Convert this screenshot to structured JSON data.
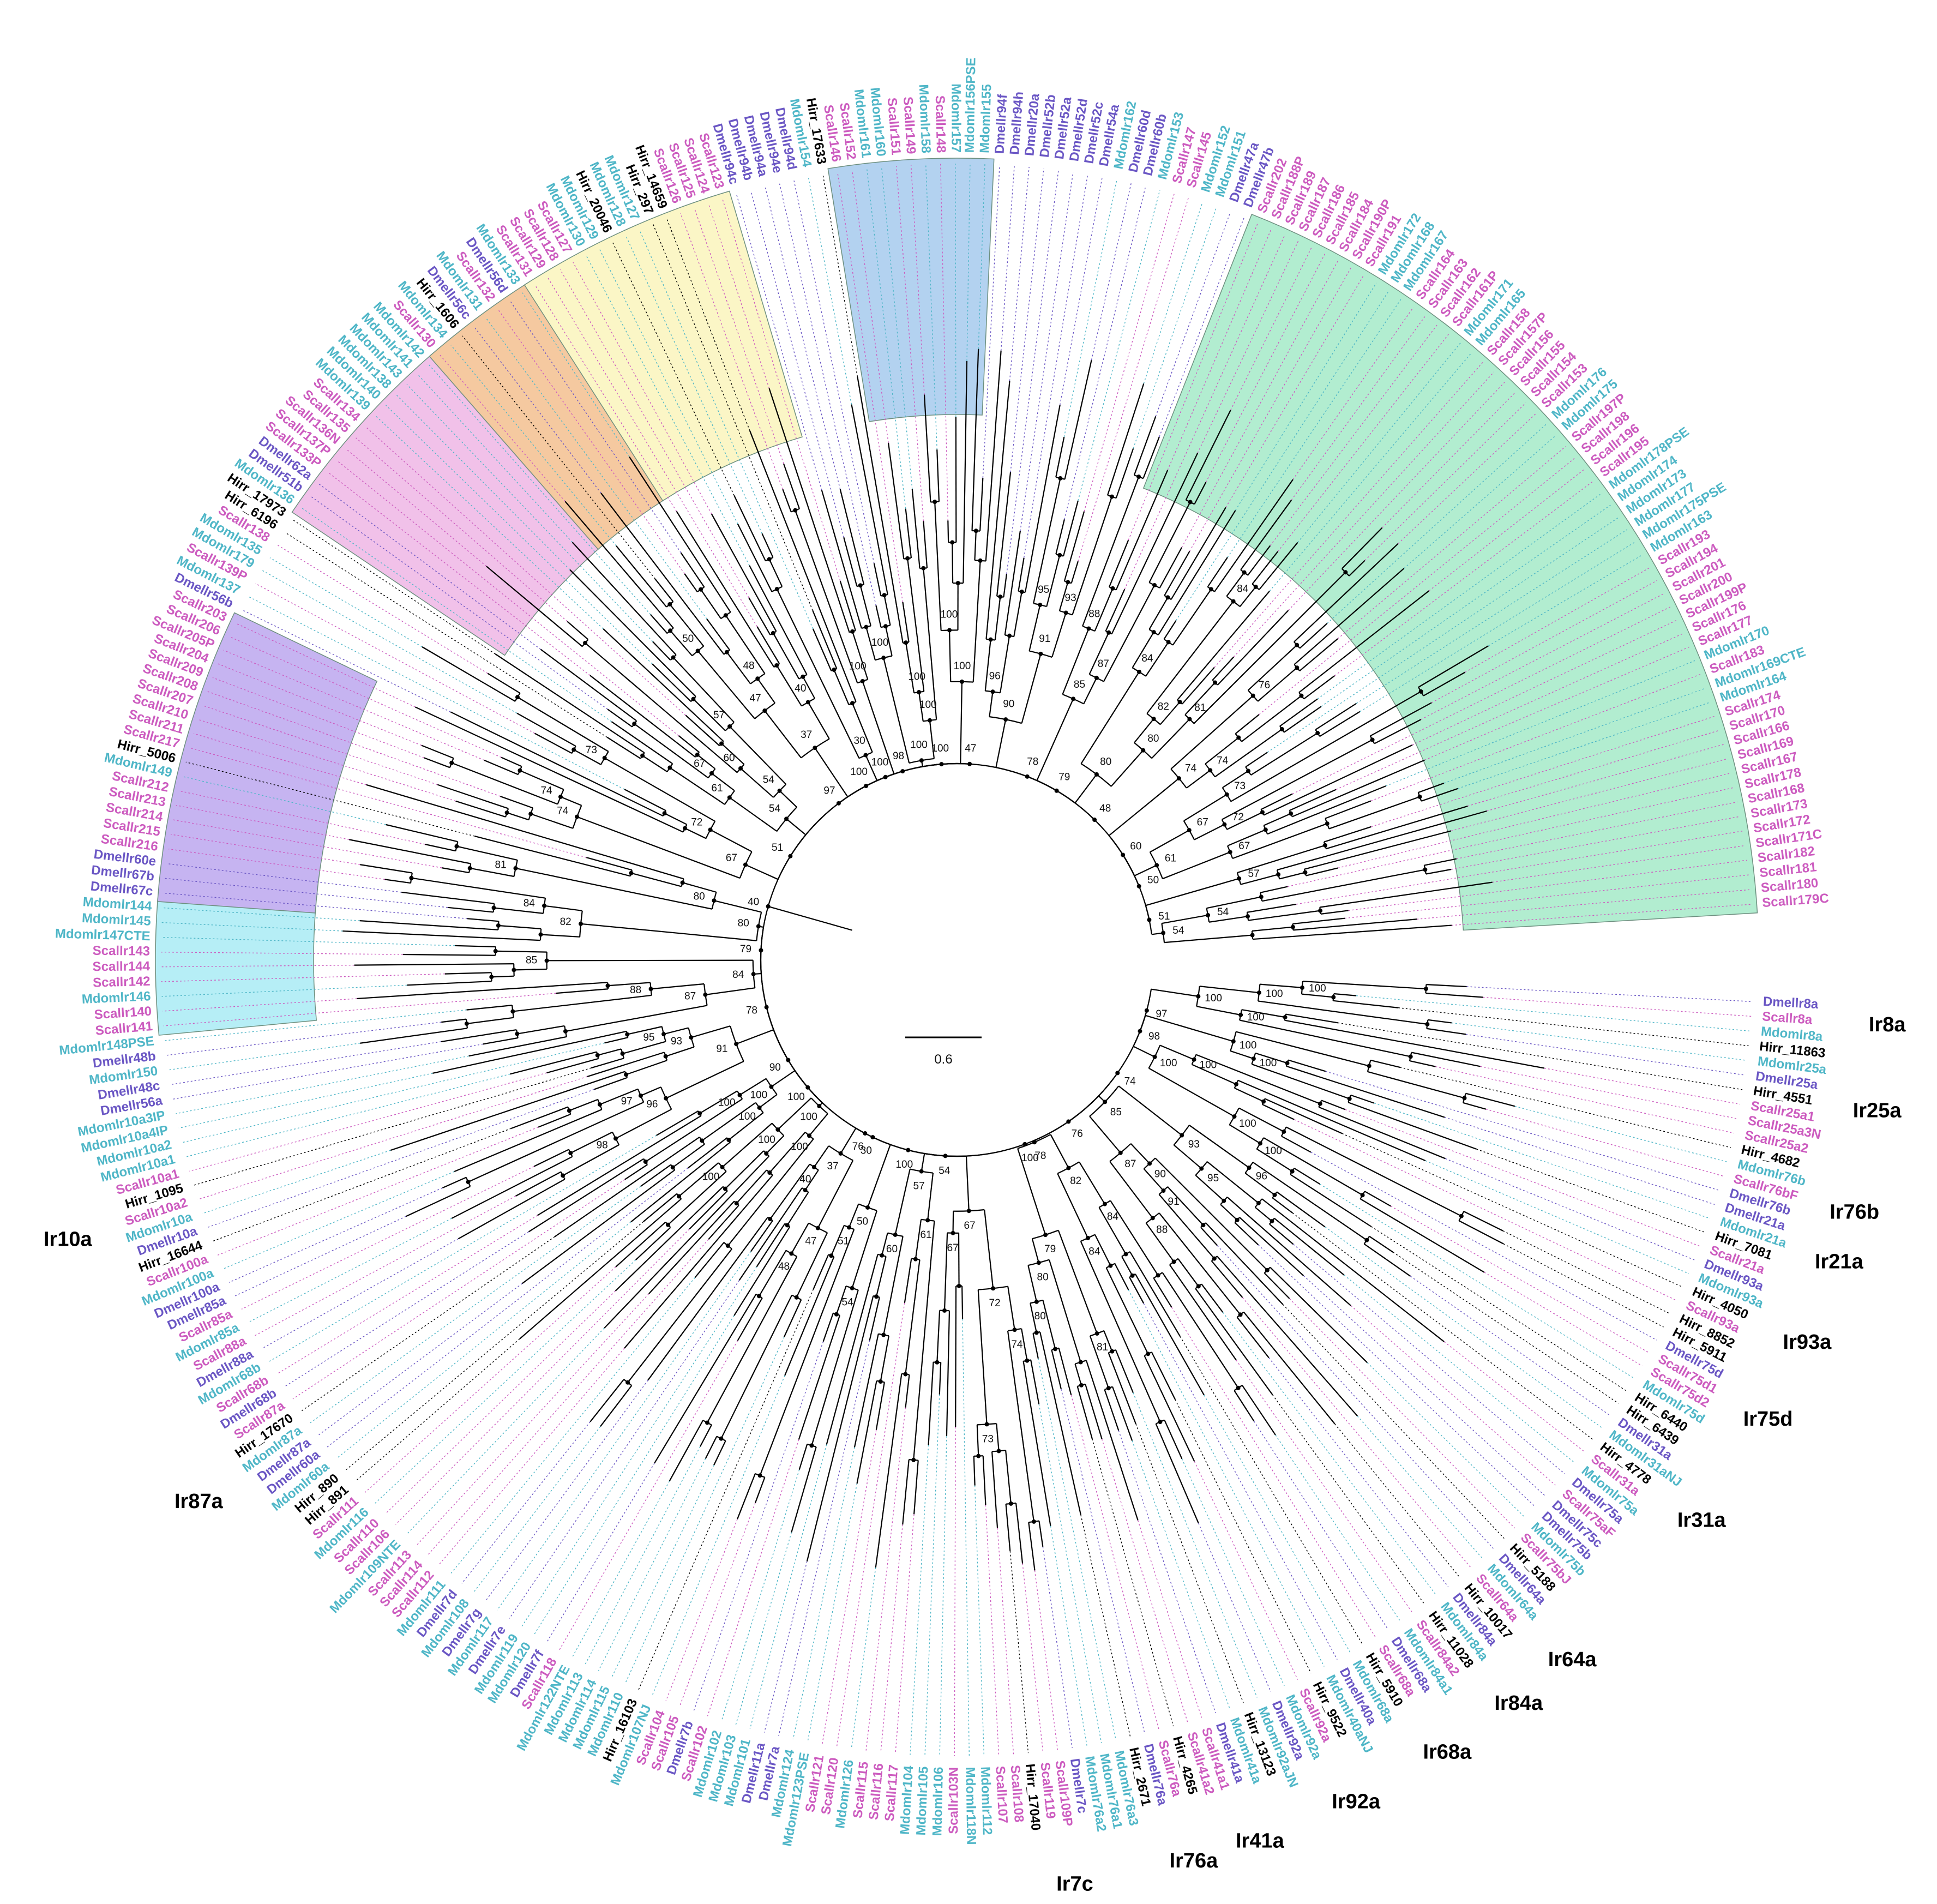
{
  "colors": {
    "Scallr": "#cc5bbf",
    "Mdomlr": "#4fb6c7",
    "Dmellr": "#6a56c4",
    "Hirr": "#000000",
    "clade_cyan": "#b6eef6",
    "clade_purple": "#c6b4f1",
    "clade_pink": "#f1c1e9",
    "clade_orange": "#f5c9a0",
    "clade_yellow": "#fbf6c6",
    "clade_blue": "#b3d2f0",
    "clade_green": "#b2edd0"
  },
  "scale_bar": {
    "label": "0.6"
  },
  "clade_labels": [
    "Ir7c",
    "Ir76a",
    "Ir41a",
    "Ir92a",
    "Ir68a",
    "Ir84a",
    "Ir64a",
    "Ir31a",
    "Ir75d",
    "Ir93a",
    "Ir21a",
    "Ir76b",
    "Ir25a",
    "Ir8a",
    "Ir87a",
    "Ir10a"
  ],
  "support_values": [
    "100",
    "100",
    "100",
    "100",
    "100",
    "100",
    "100",
    "100",
    "100",
    "100",
    "98",
    "97",
    "96",
    "95",
    "93",
    "91",
    "90",
    "88",
    "87",
    "85",
    "84",
    "84",
    "82",
    "81",
    "80",
    "80",
    "79",
    "78",
    "76",
    "74",
    "74",
    "73",
    "72",
    "67",
    "67",
    "61",
    "60",
    "57",
    "54",
    "54",
    "51",
    "50",
    "48",
    "47",
    "40",
    "37",
    "30"
  ],
  "leaves": [
    "Dmellr8a",
    "Scallr8a",
    "Mdomlr8a",
    "Hirr_11863",
    "Mdomlr25a",
    "Dmellr25a",
    "Hirr_4551",
    "Scallr25a1",
    "Scallr25a3N",
    "Scallr25a2",
    "Hirr_4682",
    "Mdomlr76b",
    "Scallr76bF",
    "Dmellr76b",
    "Dmellr21a",
    "Mdomlr21a",
    "Hirr_7081",
    "Scallr21a",
    "Dmellr93a",
    "Mdomlr93a",
    "Hirr_4050",
    "Scallr93a",
    "Hirr_8852",
    "Hirr_5911",
    "Dmellr75d",
    "Scallr75d1",
    "Scallr75d2",
    "Mdomlr75d",
    "Hirr_6440",
    "Hirr_6439",
    "Dmellr31a",
    "Mdomlr31aNJ",
    "Hirr_4778",
    "Scallr31a",
    "Mdomlr75a",
    "Dmellr75a",
    "Scallr75aF",
    "Dmellr75c",
    "Dmellr75b",
    "Mdomlr75b",
    "Scallr75bJ",
    "Hirr_5188",
    "Dmellr64a",
    "Mdomlr64a",
    "Scallr64a",
    "Hirr_10017",
    "Dmellr84a",
    "Mdomlr84a",
    "Hirr_11028",
    "Scallr84a2",
    "Mdomlr84a1",
    "Dmellr68a",
    "Scallr68a",
    "Hirr_5910",
    "Mdomlr68a",
    "Dmellr40a",
    "Mdomlr40aNJ",
    "Hirr_9522",
    "Scallr92a",
    "Mdomlr92a",
    "Dmellr92a",
    "Mdomlr92aJN",
    "Hirr_13123",
    "Mdomlr41a",
    "Dmellr41a",
    "Scallr41a1",
    "Scallr41a2",
    "Hirr_4265",
    "Scallr76a",
    "Dmellr76a",
    "Hirr_2671",
    "Mdomlr76a3",
    "Mdomlr76a1",
    "Mdomlr76a2",
    "Dmellr7c",
    "Scallr109P",
    "Scallr119",
    "Hirr_17040",
    "Scallr108",
    "Scallr107",
    "Mdomlr112",
    "Mdomlr118N",
    "Scallr103N",
    "Mdomlr106",
    "Mdomlr105",
    "Mdomlr104",
    "Scallr117",
    "Scallr116",
    "Scallr115",
    "Mdomlr126",
    "Scallr120",
    "Scallr121",
    "Mdomlr123PSE",
    "Mdomlr124",
    "Dmellr7a",
    "Dmellr11a",
    "Mdomlr101",
    "Mdomlr103",
    "Mdomlr102",
    "Scallr102",
    "Dmellr7b",
    "Scallr105",
    "Scallr104",
    "Mdomlr107NJ",
    "Hirr_16103",
    "Mdomlr110",
    "Mdomlr115",
    "Mdomlr114",
    "Mdomlr113",
    "Mdomlr122NTE",
    "Scallr118",
    "Dmellr7f",
    "Mdomlr120",
    "Mdomlr119",
    "Dmellr7e",
    "Mdomlr117",
    "Dmellr7g",
    "Mdomlr108",
    "Dmellr7d",
    "Mdomlr111",
    "Scallr112",
    "Scallr114",
    "Scallr113",
    "Mdomlr109NTE",
    "Scallr106",
    "Scallr110",
    "Mdomlr116",
    "Scallr111",
    "Hirr_891",
    "Hirr_890",
    "Mdomlr60a",
    "Dmellr60a",
    "Dmellr87a",
    "Mdomlr87a",
    "Hirr_17670",
    "Scallr87a",
    "Dmellr68b",
    "Scallr68b",
    "Mdomlr68b",
    "Dmellr88a",
    "Scallr88a",
    "Mdomlr85a",
    "Scallr85a",
    "Dmellr85a",
    "Dmellr100a",
    "Mdomlr100a",
    "Scallr100a",
    "Hirr_16644",
    "Dmellr10a",
    "Mdomlr10a",
    "Scallr10a2",
    "Hirr_1095",
    "Scallr10a1",
    "Mdomlr10a1",
    "Mdomlr10a2",
    "Mdomlr10a4IP",
    "Mdomlr10a3IP",
    "Dmellr56a",
    "Dmellr48c",
    "Mdomlr150",
    "Dmellr48b",
    "Mdomlr148PSE",
    "Scallr141",
    "Scallr140",
    "Mdomlr146",
    "Scallr142",
    "Scallr144",
    "Scallr143",
    "Mdomlr147CTE",
    "Mdomlr145",
    "Mdomlr144",
    "Dmellr67c",
    "Dmellr67b",
    "Dmellr60e",
    "Scallr216",
    "Scallr215",
    "Scallr214",
    "Scallr213",
    "Scallr212",
    "Mdomlr149",
    "Hirr_5006",
    "Scallr217",
    "Scallr211",
    "Scallr210",
    "Scallr207",
    "Scallr208",
    "Scallr209",
    "Scallr204",
    "Scallr205P",
    "Scallr206",
    "Scallr203",
    "Dmellr56b",
    "Mdomlr137",
    "Scallr139P",
    "Mdomlr179",
    "Mdomlr135",
    "Scallr138",
    "Hirr_6196",
    "Hirr_17973",
    "Mdomlr136",
    "Dmellr51b",
    "Dmellr62a",
    "Scallr133P",
    "Scallr137P",
    "Scallr136N",
    "Scallr135",
    "Scallr134",
    "Mdomlr139",
    "Mdomlr140",
    "Mdomlr138",
    "Mdomlr143",
    "Mdomlr141",
    "Mdomlr142",
    "Scallr130",
    "Mdomlr134",
    "Hirr_1606",
    "Dmellr56c",
    "Mdomlr131",
    "Scallr132",
    "Dmellr56d",
    "Mdomlr133",
    "Scallr131",
    "Scallr129",
    "Scallr128",
    "Scallr127",
    "Mdomlr130",
    "Mdomlr129",
    "Hirr_20046",
    "Mdomlr128",
    "Mdomlr127",
    "Hirr_297",
    "Hirr_14659",
    "Scallr126",
    "Scallr125",
    "Scallr124",
    "Scallr123",
    "Dmellr94c",
    "Dmellr94b",
    "Dmellr94a",
    "Dmellr94e",
    "Dmellr94d",
    "Mdomlr154",
    "Hirr_17633",
    "Scallr146",
    "Scallr152",
    "Mdomlr161",
    "Mdomlr160",
    "Scallr151",
    "Scallr149",
    "Mdomlr158",
    "Scallr148",
    "Mdomlr157",
    "Mdomlr156PSE",
    "Mdomlr155",
    "Dmellr94f",
    "Dmellr94h",
    "Dmellr20a",
    "Dmellr52b",
    "Dmellr52a",
    "Dmellr52d",
    "Dmellr52c",
    "Dmellr54a",
    "Mdomlr162",
    "Dmellr60d",
    "Dmellr60b",
    "Mdomlr153",
    "Scallr147",
    "Scallr145",
    "Mdomlr152",
    "Mdomlr151",
    "Dmellr47a",
    "Dmellr47b",
    "Scallr202",
    "Scallr188P",
    "Scallr189",
    "Scallr187",
    "Scallr186",
    "Scallr185",
    "Scallr184",
    "Scallr190P",
    "Scallr191",
    "Mdomlr172",
    "Mdomlr168",
    "Mdomlr167",
    "Scallr164",
    "Scallr163",
    "Scallr162",
    "Scallr161P",
    "Mdomlr171",
    "Mdomlr165",
    "Scallr158",
    "Scallr157P",
    "Scallr156",
    "Scallr155",
    "Scallr154",
    "Scallr153",
    "Mdomlr176",
    "Mdomlr175",
    "Scallr197P",
    "Scallr198",
    "Scallr196",
    "Scallr195",
    "Mdomlr178PSE",
    "Mdomlr174",
    "Mdomlr173",
    "Mdomlr177",
    "Mdomlr175PSE",
    "Mdomlr163",
    "Scallr193",
    "Scallr194",
    "Scallr201",
    "Scallr200",
    "Scallr199P",
    "Scallr176",
    "Scallr177",
    "Mdomlr170",
    "Scallr183",
    "Mdomlr169CTE",
    "Mdomlr164",
    "Scallr174",
    "Scallr170",
    "Scallr166",
    "Scallr169",
    "Scallr167",
    "Scallr178",
    "Scallr168",
    "Scallr173",
    "Scallr172",
    "Scallr171C",
    "Scallr182",
    "Scallr181",
    "Scallr180",
    "Scallr179C"
  ]
}
